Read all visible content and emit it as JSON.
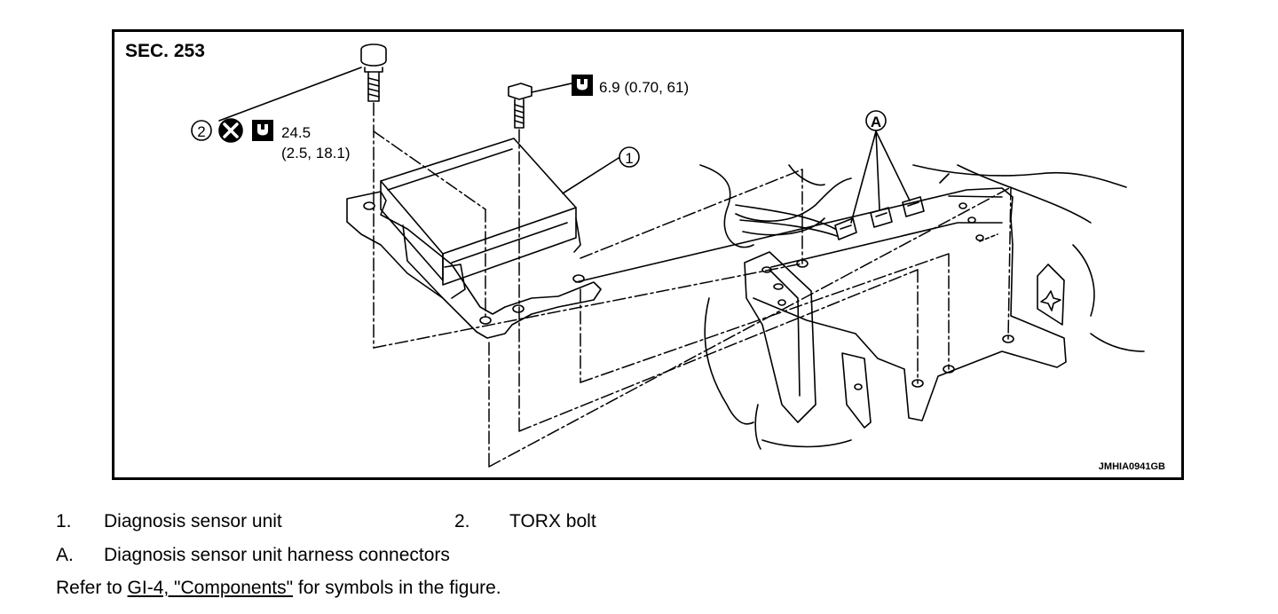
{
  "figure": {
    "section": "SEC. 253",
    "figure_id": "JMHIA0941GB",
    "callouts": {
      "item1": "1",
      "item2": "2",
      "itemA": "A"
    },
    "torque_bolt2_value": "24.5",
    "torque_bolt2_alt": "(2.5, 18.1)",
    "torque_screw_value": "6.9 (0.70, 61)"
  },
  "legend": {
    "row1_num1": "1.",
    "row1_label1": "Diagnosis sensor unit",
    "row1_num2": "2.",
    "row1_label2": "TORX bolt",
    "row2_num": "A.",
    "row2_label": "Diagnosis sensor unit harness connectors",
    "refer_prefix": "Refer to ",
    "refer_link": "GI-4, \"Components\"",
    "refer_suffix": " for symbols in the figure."
  }
}
